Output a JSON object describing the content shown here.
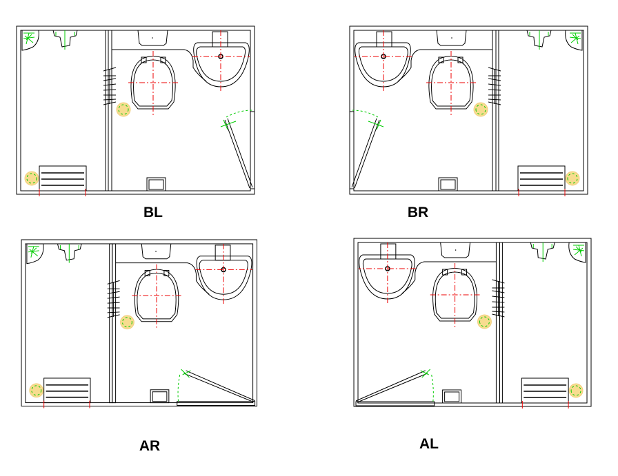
{
  "plans": [
    {
      "label": "BL"
    },
    {
      "label": "BR"
    },
    {
      "label": "AR"
    },
    {
      "label": "AL"
    }
  ],
  "colors": {
    "lines": "#000000",
    "centerlines": "#ee0000",
    "fittings": "#00cc00",
    "drain": "#f5d58a"
  }
}
